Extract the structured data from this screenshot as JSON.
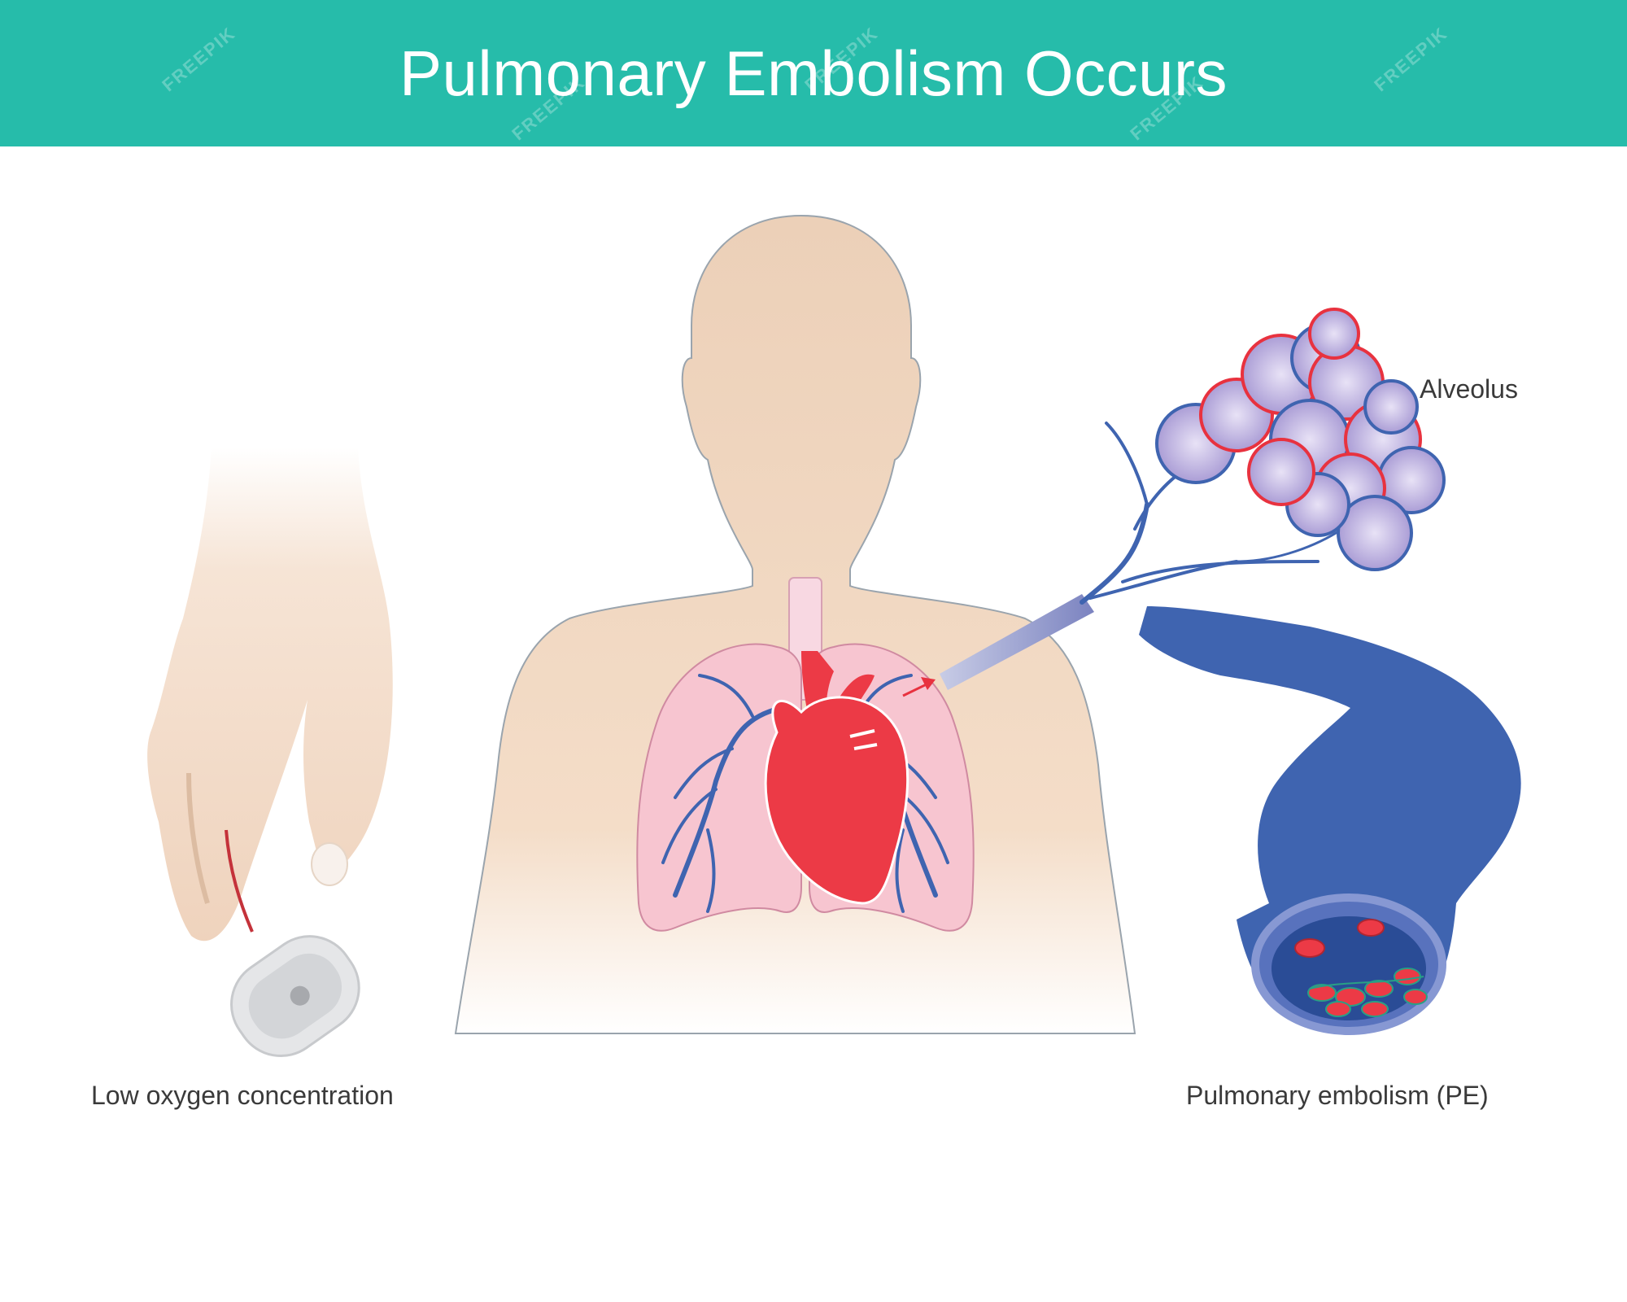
{
  "header": {
    "title": "Pulmonary Embolism Occurs",
    "background": "#26bcaa"
  },
  "labels": {
    "alveolus": "Alveolus",
    "low_oxygen": "Low oxygen concentration",
    "embolism": "Pulmonary embolism (PE)"
  },
  "watermark": "FREEPIK",
  "colors": {
    "skin": "#f0d4bd",
    "lung": "#f7c5d0",
    "heart": "#ec3a46",
    "vein": "#3f64b0",
    "artery": "#e8323f",
    "alveolus_fill": "#b3a6d8",
    "text": "#3a3a3a"
  }
}
